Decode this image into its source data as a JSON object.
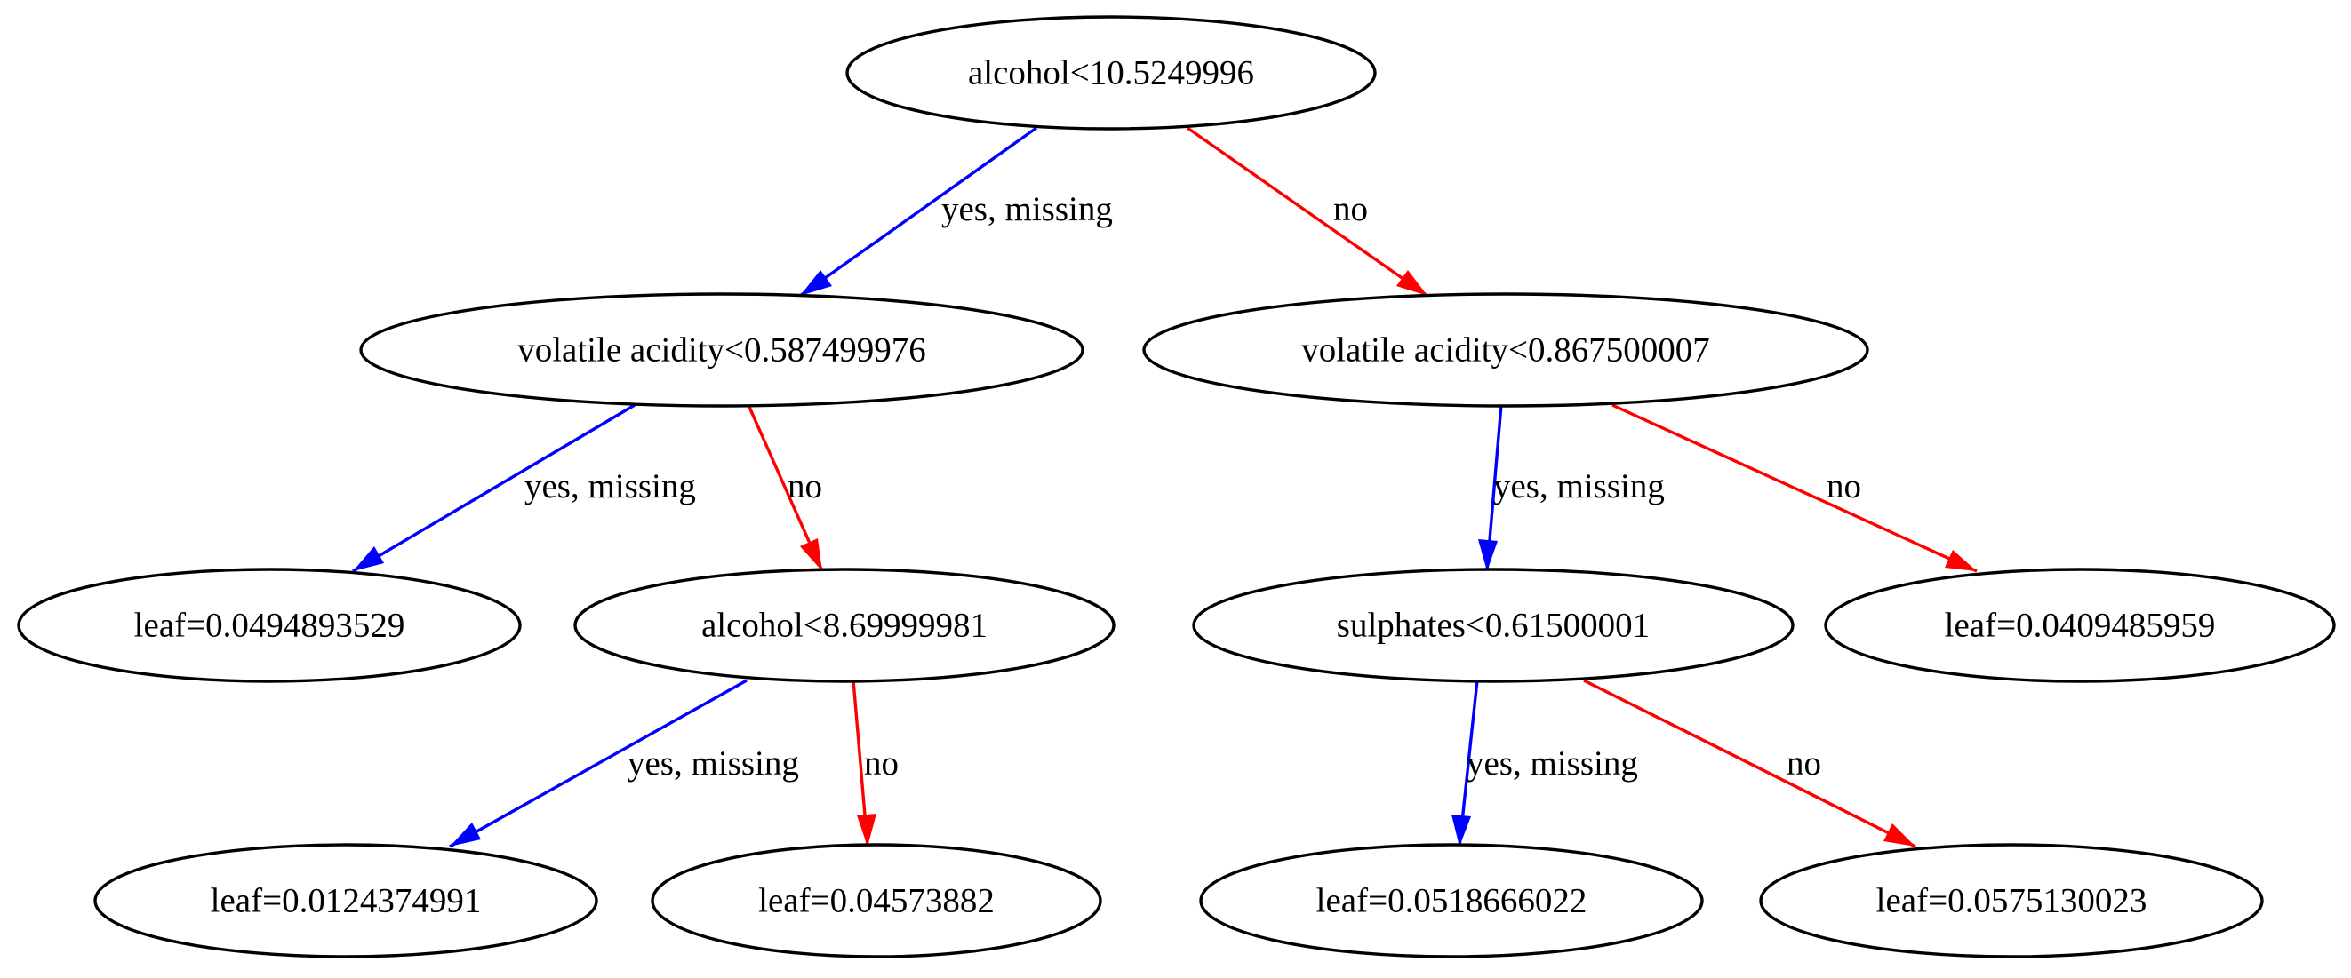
{
  "tree": {
    "colors": {
      "yes_edge": "#0000ff",
      "no_edge": "#ff0000",
      "node_stroke": "#000000",
      "background": "#ffffff"
    },
    "nodes": {
      "root": "alcohol<10.5249996",
      "n1": "volatile acidity<0.587499976",
      "n2": "volatile acidity<0.867500007",
      "n3": "leaf=0.0494893529",
      "n4": "alcohol<8.69999981",
      "n5": "sulphates<0.61500001",
      "n6": "leaf=0.0409485959",
      "n7": "leaf=0.0124374991",
      "n8": "leaf=0.04573882",
      "n9": "leaf=0.0518666022",
      "n10": "leaf=0.0575130023"
    },
    "edges": {
      "e_root_n1": "yes, missing",
      "e_root_n2": "no",
      "e_n1_n3": "yes, missing",
      "e_n1_n4": "no",
      "e_n2_n5": "yes, missing",
      "e_n2_n6": "no",
      "e_n4_n7": "yes, missing",
      "e_n4_n8": "no",
      "e_n5_n9": "yes, missing",
      "e_n5_n10": "no"
    }
  }
}
